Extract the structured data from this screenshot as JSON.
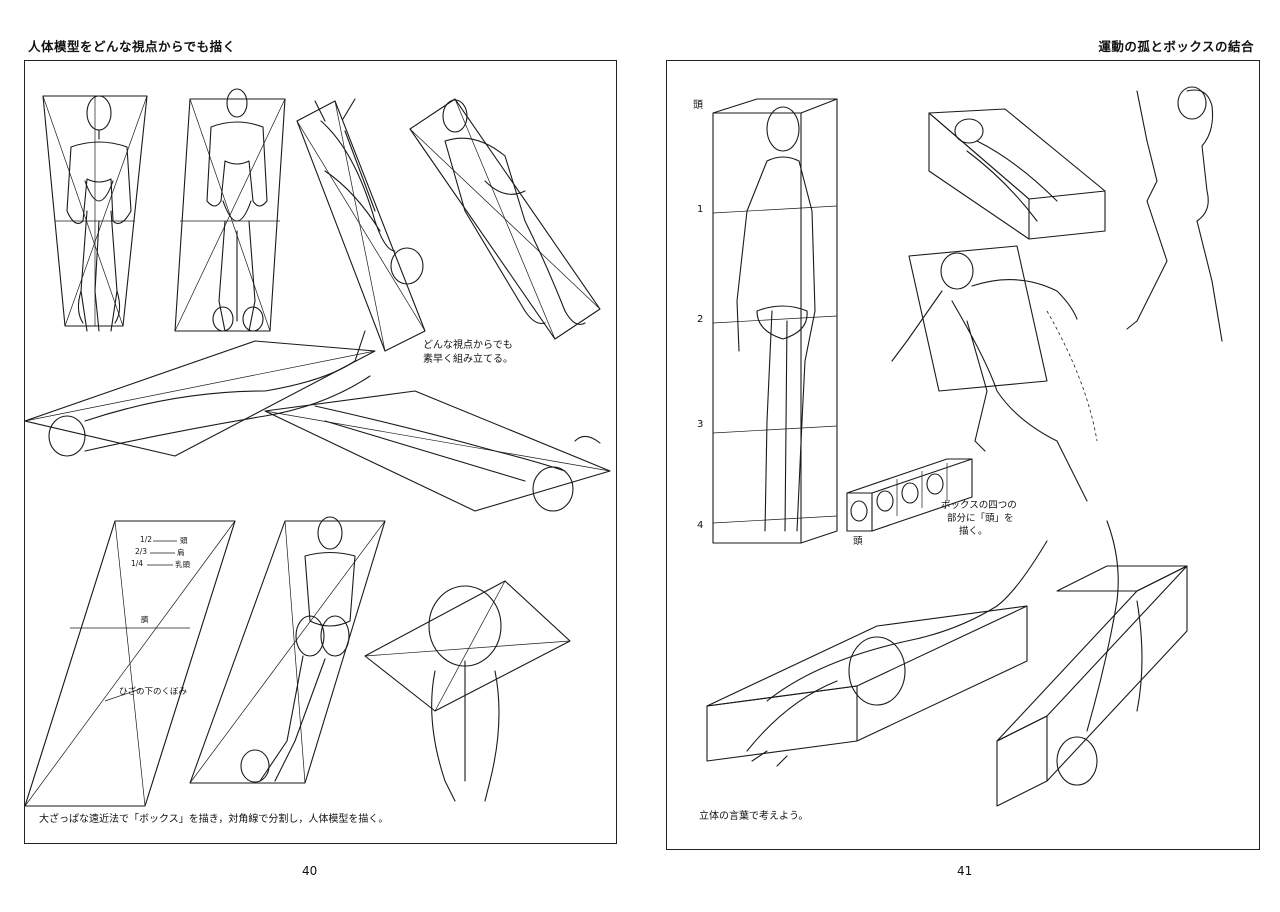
{
  "left_page": {
    "header": "人体模型をどんな視点からでも描く",
    "page_number": "40",
    "notes": {
      "any_viewpoint_1": "どんな視点からでも",
      "any_viewpoint_2": "素早く組み立てる。",
      "bottom_caption": "大ざっぱな遠近法で「ボックス」を描き，対角線で分割し，人体模型を描く。"
    },
    "proportion_labels": {
      "half": "1/2",
      "two_thirds": "2/3",
      "quarter": "1/4",
      "head": "頭",
      "shoulder": "肩",
      "nipple": "乳頭",
      "navel": "臍",
      "knee": "ひざの下のくぼみ"
    }
  },
  "right_page": {
    "header": "運動の孤とボックスの結合",
    "page_number": "41",
    "scale_labels": [
      "頭",
      "1",
      "2",
      "3",
      "4"
    ],
    "notes": {
      "box_parts_1": "ボックスの四つの",
      "box_parts_2": "部分に「頭」を",
      "box_parts_3": "描く。",
      "head_label": "頭",
      "bottom_caption": "立体の言葉で考えよう。"
    }
  }
}
